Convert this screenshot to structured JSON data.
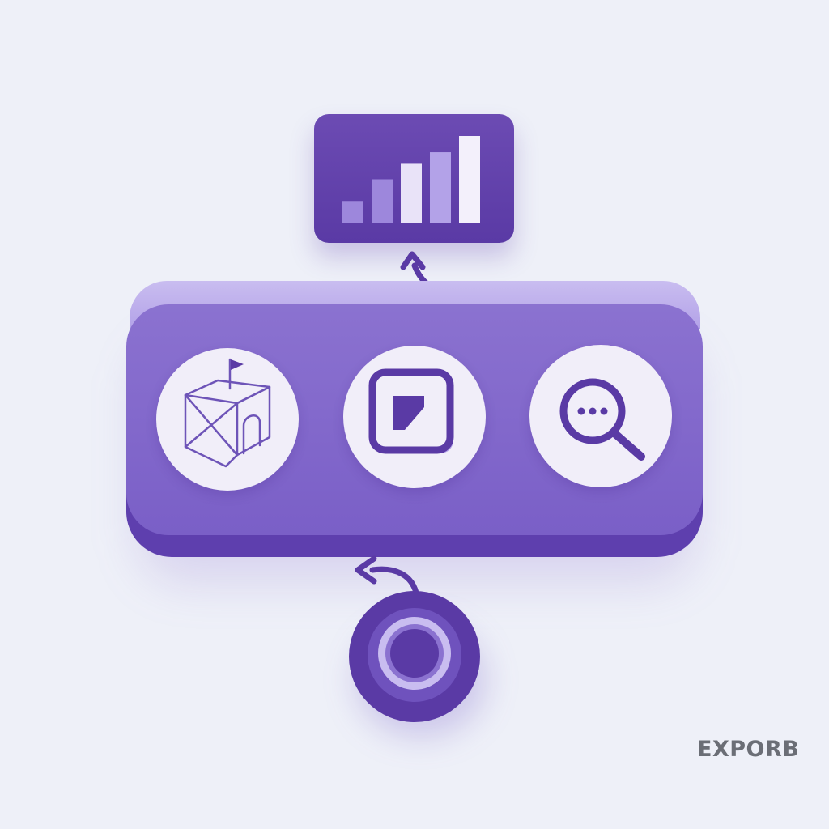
{
  "watermark": {
    "text": "EXPORB"
  },
  "icons": {
    "chart_card": "bar-chart-icon",
    "left": "tent-flag-icon",
    "middle": "play-square-icon",
    "right": "search-chat-icon",
    "bottom": "target-icon"
  },
  "chart_data": {
    "type": "bar",
    "values": [
      2,
      4,
      5.5,
      6.5,
      8
    ]
  },
  "colors": {
    "background": "#eef0f8",
    "accent_dark": "#5a3aa5",
    "accent_mid": "#7a5fc7",
    "accent_light": "#b3a2e8",
    "circle_fill": "#f1eef9"
  }
}
